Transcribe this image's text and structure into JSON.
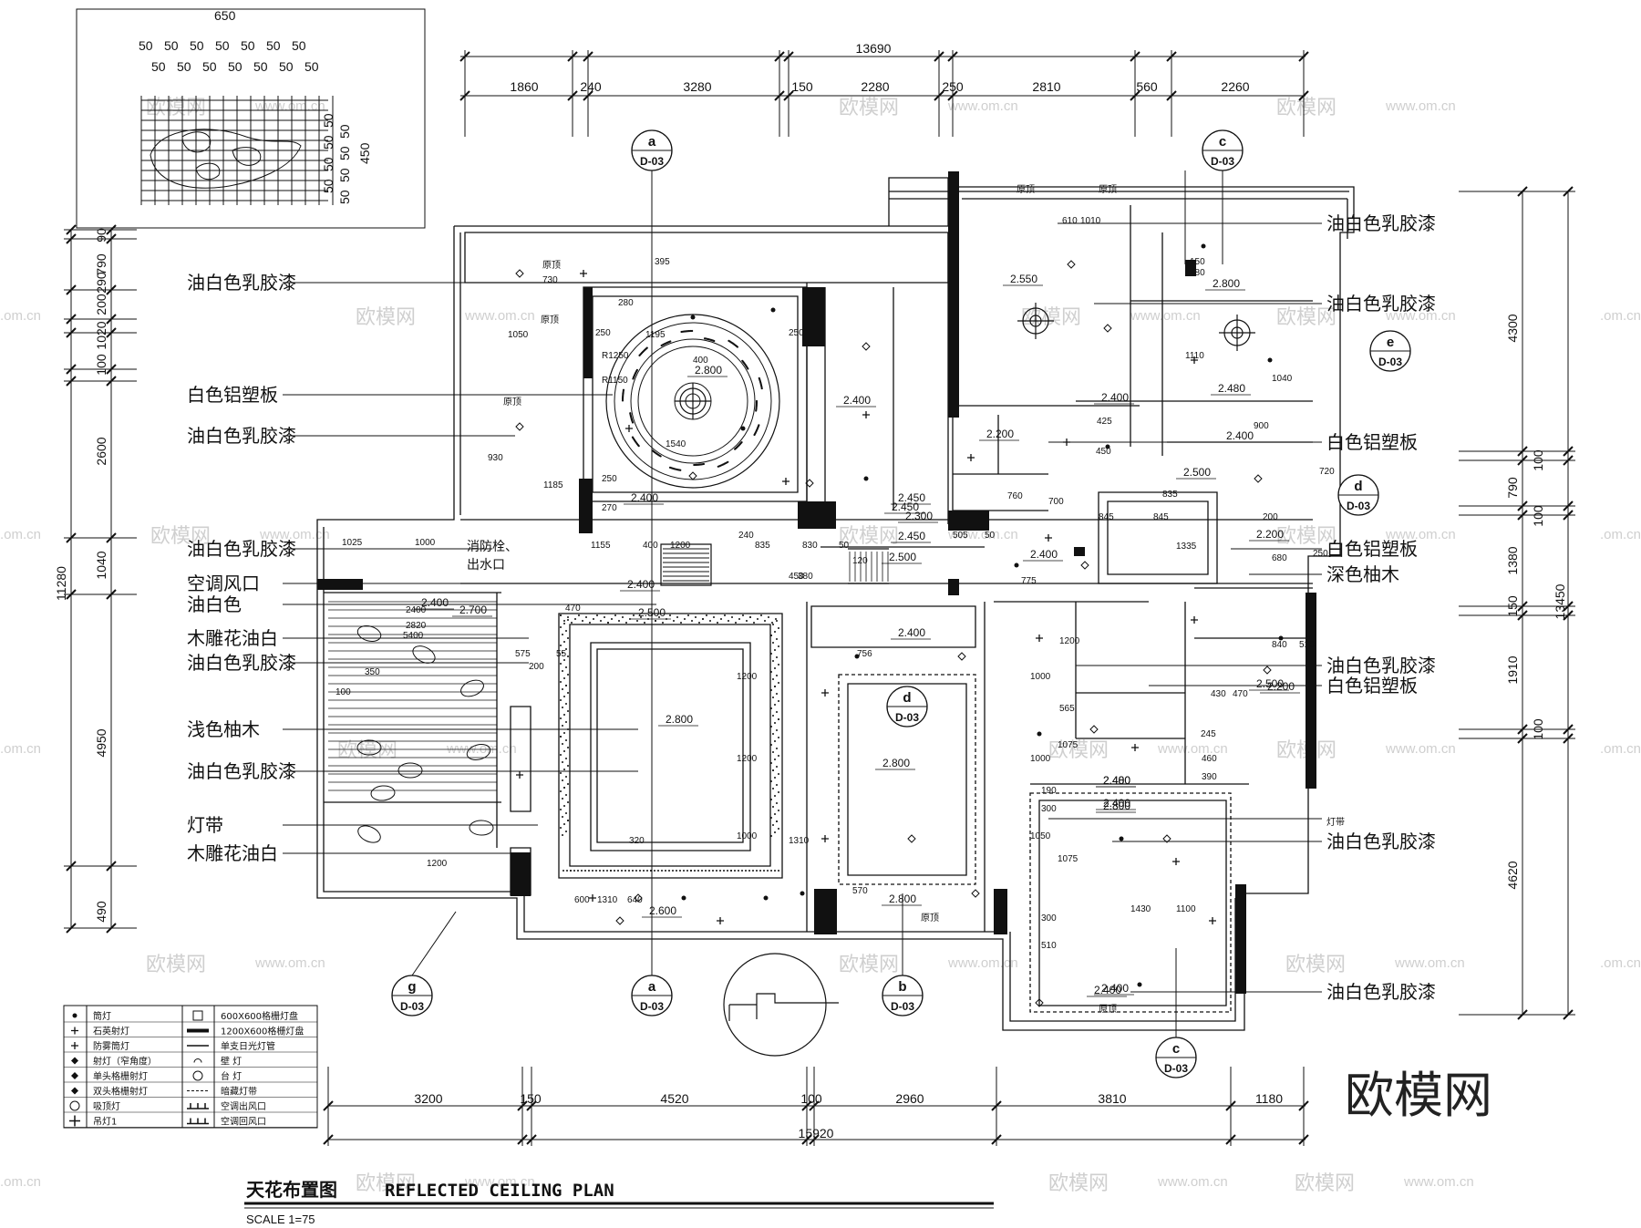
{
  "watermark": {
    "brand": "欧模网",
    "site": "www.om.cn",
    "edge": ".om.cn"
  },
  "brand_logo": "欧模网",
  "title": {
    "cn": "天花布置图",
    "en": "REFLECTED CEILING PLAN",
    "scale": "SCALE  1=75"
  },
  "detail": {
    "width": "650",
    "height": "450",
    "spacing_top": [
      "50",
      "50",
      "50",
      "50",
      "50",
      "50",
      "50"
    ],
    "spacing_top2": [
      "50",
      "50",
      "50",
      "50",
      "50",
      "50",
      "50"
    ],
    "spacing_right": [
      "50",
      "50",
      "50",
      "50",
      "50",
      "50",
      "50",
      "50"
    ]
  },
  "dims_top": {
    "overall": "13690",
    "segments": [
      "1860",
      "240",
      "3280",
      "150",
      "2280",
      "250",
      "2810",
      "560",
      "2260"
    ]
  },
  "dims_bottom": {
    "overall": "15920",
    "segments": [
      "3200",
      "150",
      "4520",
      "100",
      "2960",
      "3810",
      "1180"
    ]
  },
  "dims_left": {
    "overall": "11280",
    "segments": [
      "90",
      "790",
      "290",
      "200",
      "1020",
      "100",
      "2600",
      "1040",
      "4950",
      "490"
    ]
  },
  "dims_right": {
    "overall": "13450",
    "group": "4300",
    "segments": [
      "100",
      "790",
      "100",
      "1380",
      "150",
      "1910",
      "100",
      "4620"
    ]
  },
  "labels_left": [
    "油白色乳胶漆",
    "白色铝塑板",
    "油白色乳胶漆",
    "油白色乳胶漆",
    "空调风口",
    "油白色",
    "木雕花油白",
    "油白色乳胶漆",
    "浅色柚木",
    "油白色乳胶漆",
    "灯带",
    "木雕花油白"
  ],
  "labels_right": [
    "油白色乳胶漆",
    "油白色乳胶漆",
    "白色铝塑板",
    "白色铝塑板",
    "深色柚木",
    "油白色乳胶漆",
    "白色铝塑板",
    "灯带",
    "油白色乳胶漆",
    "油白色乳胶漆"
  ],
  "sections": [
    {
      "letter": "a",
      "ref": "D-03"
    },
    {
      "letter": "c",
      "ref": "D-03"
    },
    {
      "letter": "e",
      "ref": "D-03"
    },
    {
      "letter": "d",
      "ref": "D-03"
    },
    {
      "letter": "d",
      "ref": "D-03"
    },
    {
      "letter": "g",
      "ref": "D-03"
    },
    {
      "letter": "a",
      "ref": "D-03"
    },
    {
      "letter": "b",
      "ref": "D-03"
    },
    {
      "letter": "c",
      "ref": "D-03"
    }
  ],
  "room_texts": {
    "fire_hydrant": "消防栓、",
    "water_outlet": "出水口",
    "ceiling_word": "原顶"
  },
  "levels": [
    "2.550",
    "2.800",
    "2.800",
    "2.400",
    "2.400",
    "2.480",
    "2.200",
    "2.400",
    "2.450",
    "2.500",
    "2.400",
    "2.450",
    "2.300",
    "2.450",
    "2.500",
    "2.400",
    "2.400",
    "2.200",
    "2.500",
    "2.400",
    "2.700",
    "2.600",
    "2.800",
    "2.400",
    "2.500",
    "2.400",
    "2.800",
    "2.400",
    "2.200",
    "2.480",
    "2.800",
    "2.400",
    "2.800",
    "2.400"
  ],
  "inner_dims": [
    "730",
    "395",
    "280",
    "1195",
    "250",
    "250",
    "400",
    "R1250",
    "R1150",
    "1050",
    "930",
    "1185",
    "1540",
    "250",
    "270",
    "1025",
    "1000",
    "1155",
    "400",
    "1200",
    "240",
    "835",
    "830",
    "50",
    "505",
    "50",
    "450",
    "380",
    "120",
    "775",
    "845",
    "845",
    "835",
    "1335",
    "200",
    "250",
    "680",
    "720",
    "425",
    "450",
    "760",
    "700",
    "900",
    "1040",
    "1110",
    "610",
    "1010",
    "150",
    "480",
    "2400",
    "2820",
    "5400",
    "350",
    "100",
    "575",
    "200",
    "55",
    "470",
    "570",
    "1310",
    "1310",
    "320",
    "640",
    "600",
    "1200",
    "1200",
    "1200",
    "1000",
    "1000",
    "1000",
    "1050",
    "756",
    "1200",
    "565",
    "1075",
    "1075",
    "1430",
    "1100",
    "300",
    "510",
    "840",
    "510",
    "430",
    "470",
    "245",
    "390",
    "460",
    "190",
    "300"
  ],
  "legend": [
    {
      "sym": "dot",
      "label": "筒灯"
    },
    {
      "sym": "plus",
      "label": "石英射灯"
    },
    {
      "sym": "plus",
      "label": "防雾筒灯"
    },
    {
      "sym": "diamond",
      "label": "射灯（窄角度）"
    },
    {
      "sym": "diamond",
      "label": "单头格栅射灯"
    },
    {
      "sym": "diamond",
      "label": "双头格栅射灯"
    },
    {
      "sym": "circle-x",
      "label": "吸顶灯"
    },
    {
      "sym": "pendant",
      "label": "吊灯1"
    }
  ],
  "legend2": [
    {
      "sym": "grid-sq",
      "label": "600X600格栅灯盘"
    },
    {
      "sym": "bar",
      "label": "1200X600格栅灯盘"
    },
    {
      "sym": "line",
      "label": "单支日光灯管"
    },
    {
      "sym": "arc",
      "label": "壁  灯"
    },
    {
      "sym": "lamp",
      "label": "台  灯"
    },
    {
      "sym": "dash",
      "label": "暗藏灯带"
    },
    {
      "sym": "vent",
      "label": "空调出风口"
    },
    {
      "sym": "vent",
      "label": "空调回风口"
    }
  ]
}
